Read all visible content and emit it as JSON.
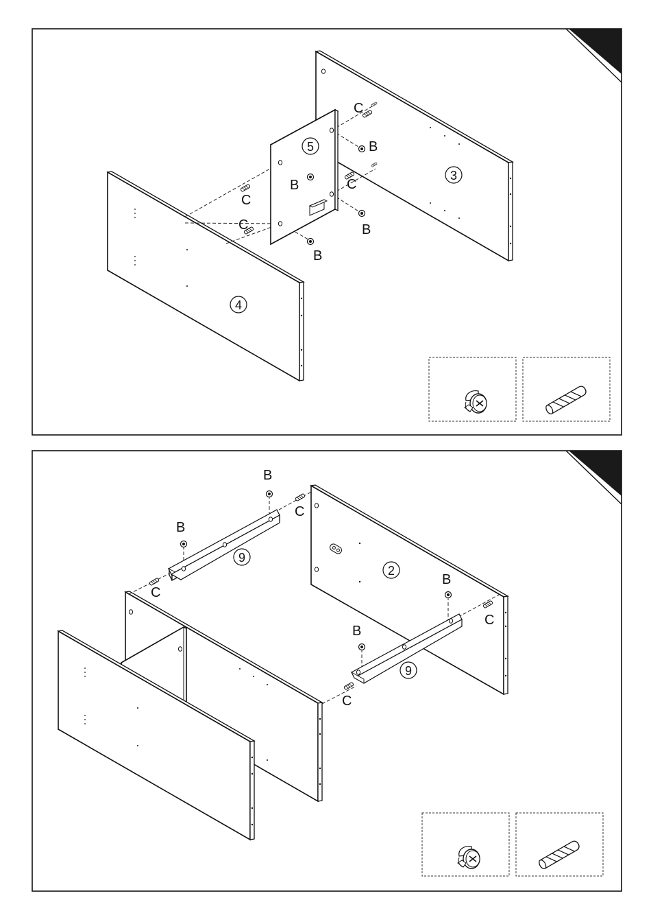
{
  "step1": {
    "part_numbers": {
      "panel3": "3",
      "panel4": "4",
      "panel5": "5"
    },
    "labels": {
      "c_top": "C",
      "b_upper_right": "B",
      "b_left_mid": "B",
      "c_mid": "C",
      "c_left_upper": "C",
      "c_left_lower": "C",
      "b_lower_right": "B",
      "b_bottom": "B"
    }
  },
  "step2": {
    "part_numbers": {
      "panel2": "2",
      "rail_top": "9",
      "rail_bottom": "9"
    },
    "labels": {
      "b_top": "B",
      "c_top": "C",
      "b_left": "B",
      "c_left": "C",
      "b_right": "B",
      "c_right": "C",
      "b_mid": "B",
      "c_bottom": "C"
    }
  },
  "hardware": {
    "b_icon": "cam-lock-icon",
    "c_icon": "dowel-icon"
  },
  "colors": {
    "ink": "#111111",
    "corner_tab": "#1a1a1a",
    "background": "#ffffff"
  }
}
